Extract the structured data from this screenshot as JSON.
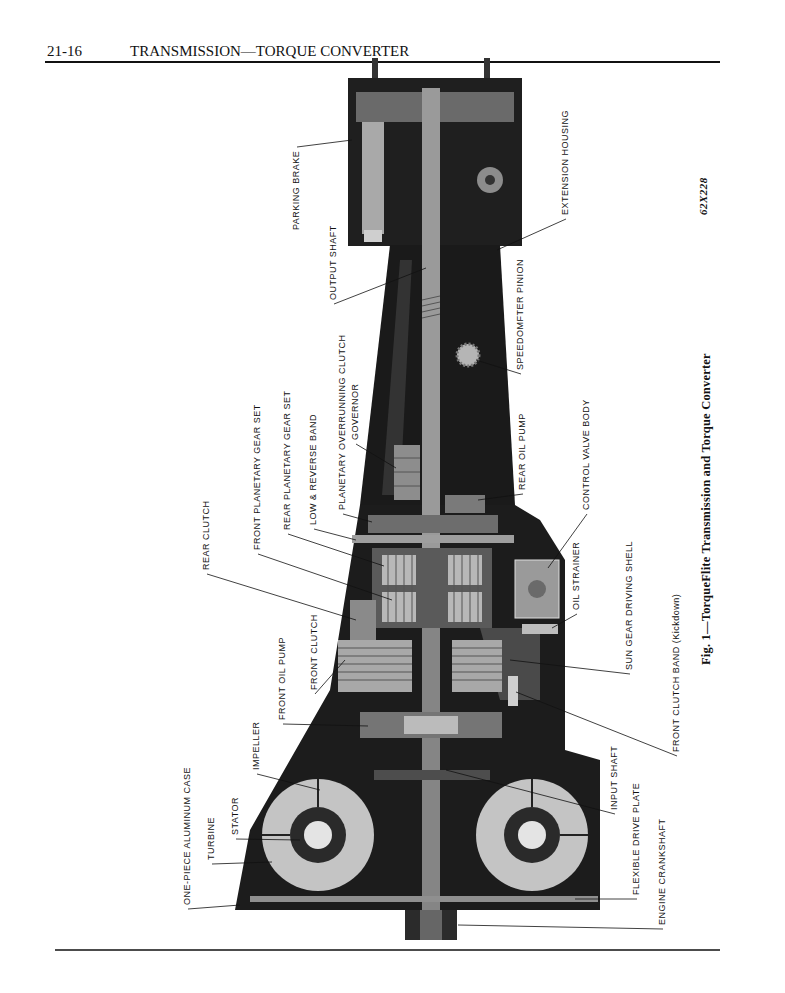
{
  "diagram": {
    "title": "TRANSMISSION—TORQUE CONVERTER",
    "caption": "Fig. 1—TorqueFlite Transmission and Torque Converter",
    "labels": [
      "21-16",
      "PARKING BRAKE",
      "OUTPUT SHAFT",
      "GOVERNOR",
      "PLANETARY OVERRUNNING CLUTCH",
      "LOW & REVERSE BAND",
      "REAR PLANETARY GEAR SET",
      "FRONT PLANETARY GEAR SET",
      "REAR CLUTCH",
      "FRONT CLUTCH",
      "FRONT OIL PUMP",
      "IMPELLER",
      "STATOR",
      "TURBINE",
      "ONE-PIECE ALUMINUM CASE",
      "EXTENSION HOUSING",
      "SPEEDOMFTER PINION",
      "REAR OIL PUMP",
      "CONTROL VALVE BODY",
      "OIL STRAINER",
      "SUN GEAR DRIVING SHELL",
      "FRONT CLUTCH BAND (Kickdown)",
      "INPUT SHAFT",
      "FLEXIBLE DRIVE PLATE",
      "ENGINE CRANKSHAFT",
      "62X228"
    ]
  }
}
